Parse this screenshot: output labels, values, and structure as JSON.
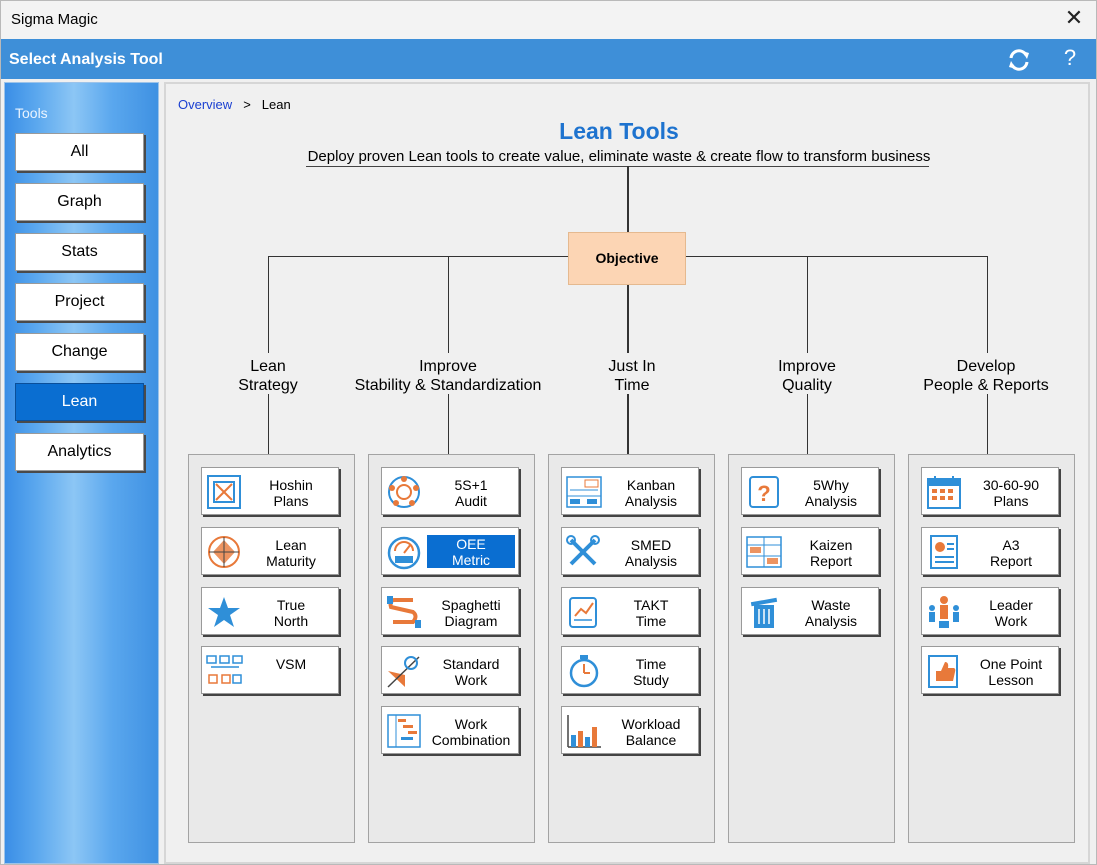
{
  "window": {
    "title": "Sigma Magic"
  },
  "header": {
    "title": "Select Analysis Tool",
    "help_label": "?"
  },
  "sidebar": {
    "label": "Tools",
    "items": [
      {
        "label": "All"
      },
      {
        "label": "Graph"
      },
      {
        "label": "Stats"
      },
      {
        "label": "Project"
      },
      {
        "label": "Change"
      },
      {
        "label": "Lean",
        "active": true
      },
      {
        "label": "Analytics"
      }
    ]
  },
  "breadcrumb": {
    "root": "Overview",
    "separator": ">",
    "current": "Lean"
  },
  "main": {
    "title": "Lean Tools",
    "subtitle": "Deploy proven Lean tools to create value, eliminate waste & create flow to transform business",
    "objective": "Objective",
    "categories": [
      {
        "line1": "Lean",
        "line2": "Strategy",
        "tools": [
          {
            "line1": "Hoshin",
            "line2": "Plans",
            "icon": "hoshin-icon"
          },
          {
            "line1": "Lean",
            "line2": "Maturity",
            "icon": "maturity-icon"
          },
          {
            "line1": "True",
            "line2": "North",
            "icon": "star-icon"
          },
          {
            "line1": "VSM",
            "line2": "",
            "icon": "vsm-icon"
          }
        ]
      },
      {
        "line1": "Improve",
        "line2": "Stability & Standardization",
        "tools": [
          {
            "line1": "5S+1",
            "line2": "Audit",
            "icon": "5s-icon"
          },
          {
            "line1": "OEE",
            "line2": "Metric",
            "icon": "oee-icon",
            "active": true
          },
          {
            "line1": "Spaghetti",
            "line2": "Diagram",
            "icon": "spaghetti-icon"
          },
          {
            "line1": "Standard",
            "line2": "Work",
            "icon": "standard-work-icon"
          },
          {
            "line1": "Work",
            "line2": "Combination",
            "icon": "work-combination-icon"
          }
        ]
      },
      {
        "line1": "Just In",
        "line2": "Time",
        "tools": [
          {
            "line1": "Kanban",
            "line2": "Analysis",
            "icon": "kanban-icon"
          },
          {
            "line1": "SMED",
            "line2": "Analysis",
            "icon": "tools-icon"
          },
          {
            "line1": "TAKT",
            "line2": "Time",
            "icon": "takt-icon"
          },
          {
            "line1": "Time",
            "line2": "Study",
            "icon": "stopwatch-icon"
          },
          {
            "line1": "Workload",
            "line2": "Balance",
            "icon": "bar-chart-icon"
          }
        ]
      },
      {
        "line1": "Improve",
        "line2": "Quality",
        "tools": [
          {
            "line1": "5Why",
            "line2": "Analysis",
            "icon": "question-icon"
          },
          {
            "line1": "Kaizen",
            "line2": "Report",
            "icon": "kaizen-icon"
          },
          {
            "line1": "Waste",
            "line2": "Analysis",
            "icon": "trash-icon"
          }
        ]
      },
      {
        "line1": "Develop",
        "line2": "People & Reports",
        "tools": [
          {
            "line1": "30-60-90",
            "line2": "Plans",
            "icon": "calendar-icon"
          },
          {
            "line1": "A3",
            "line2": "Report",
            "icon": "report-icon"
          },
          {
            "line1": "Leader",
            "line2": "Work",
            "icon": "leader-icon"
          },
          {
            "line1": "One Point",
            "line2": "Lesson",
            "icon": "thumbs-up-icon"
          }
        ]
      }
    ]
  },
  "colors": {
    "accent": "#0a6ed1",
    "header": "#3e8fd8",
    "title": "#1e73cf",
    "objective": "#fcd5b4",
    "icon_blue": "#2f8fd8",
    "icon_orange": "#e8793a"
  }
}
